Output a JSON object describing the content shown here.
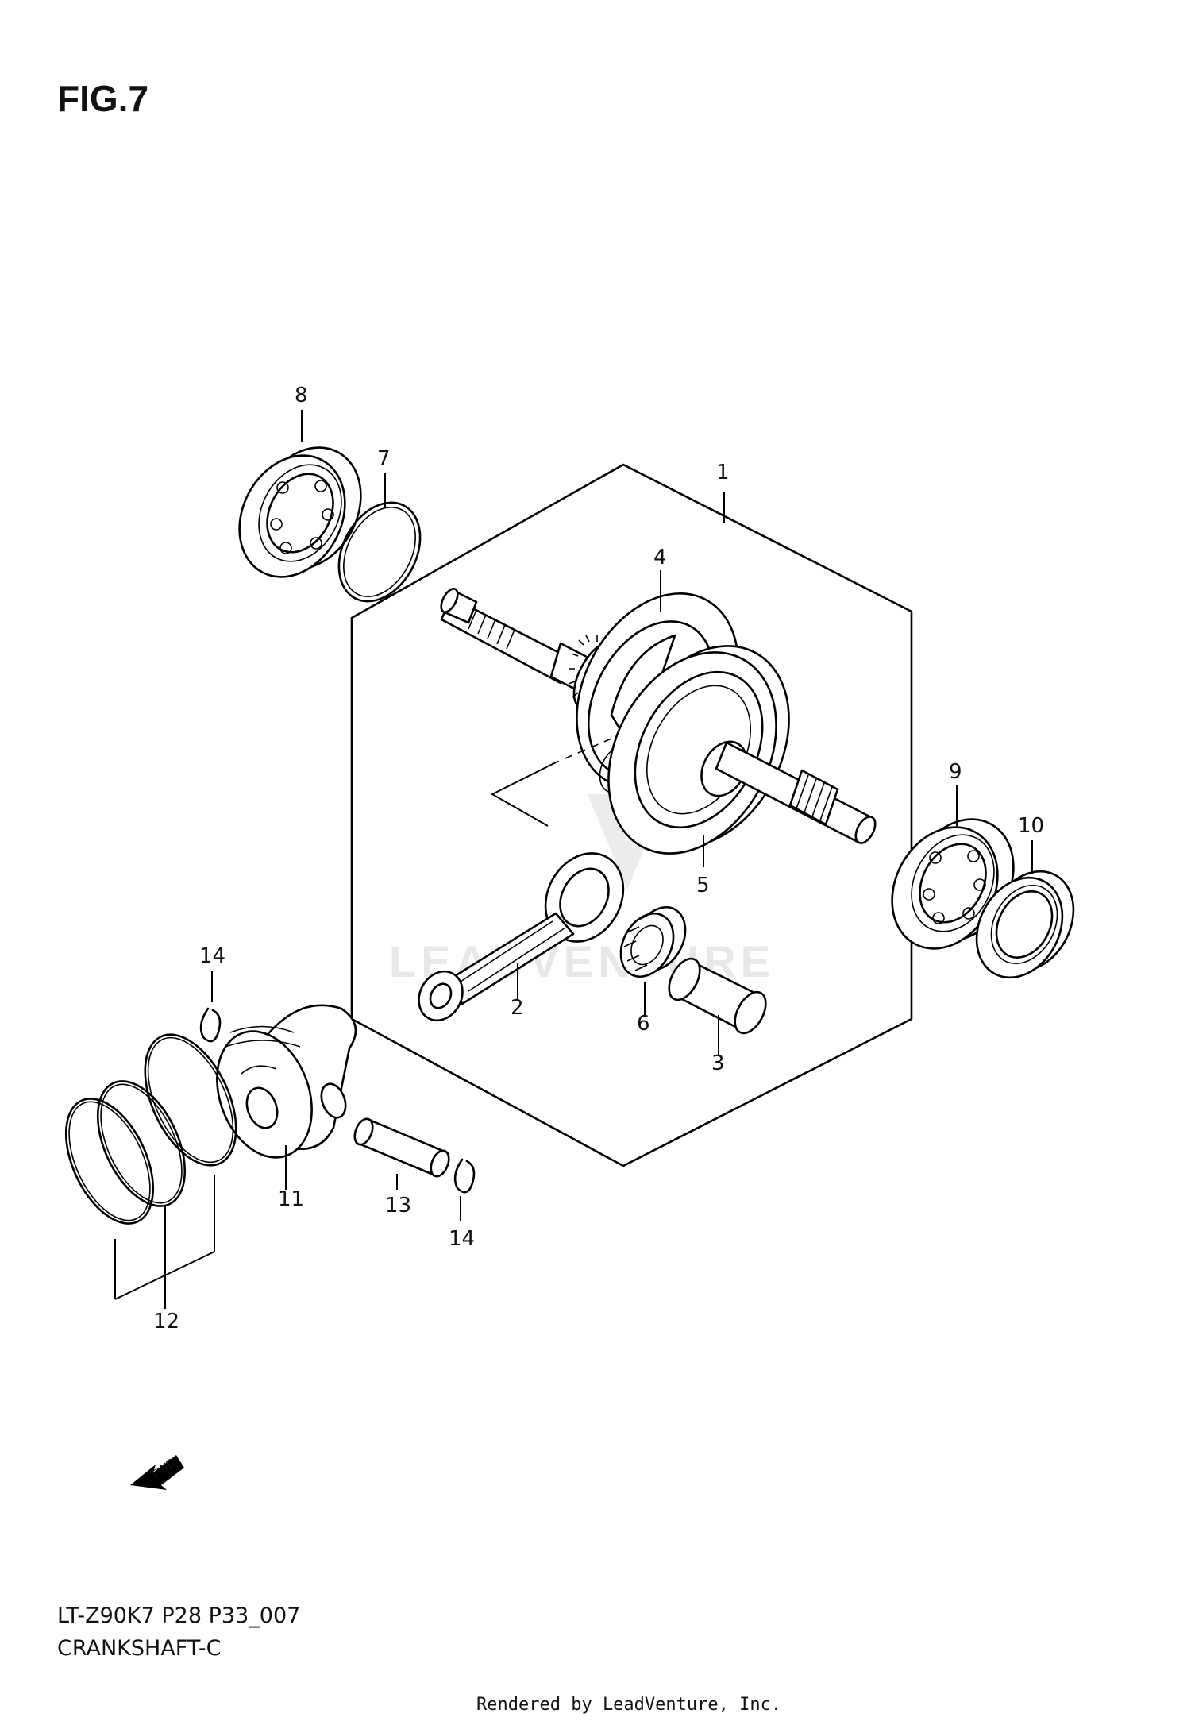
{
  "figure": {
    "title": "FIG.7",
    "model_code": "LT-Z90K7  P28  P33_007",
    "section_name": "CRANKSHAFT-C",
    "rendered_by": "Rendered by LeadVenture, Inc.",
    "watermark": "LEADVENTURE",
    "fwd_label": "FWD"
  },
  "callouts": [
    {
      "id": "1",
      "label": "1"
    },
    {
      "id": "2",
      "label": "2"
    },
    {
      "id": "3",
      "label": "3"
    },
    {
      "id": "4",
      "label": "4"
    },
    {
      "id": "5",
      "label": "5"
    },
    {
      "id": "6",
      "label": "6"
    },
    {
      "id": "7",
      "label": "7"
    },
    {
      "id": "8",
      "label": "8"
    },
    {
      "id": "9",
      "label": "9"
    },
    {
      "id": "10",
      "label": "10"
    },
    {
      "id": "11",
      "label": "11"
    },
    {
      "id": "12",
      "label": "12"
    },
    {
      "id": "13",
      "label": "13"
    },
    {
      "id": "14a",
      "label": "14"
    },
    {
      "id": "14b",
      "label": "14"
    }
  ]
}
